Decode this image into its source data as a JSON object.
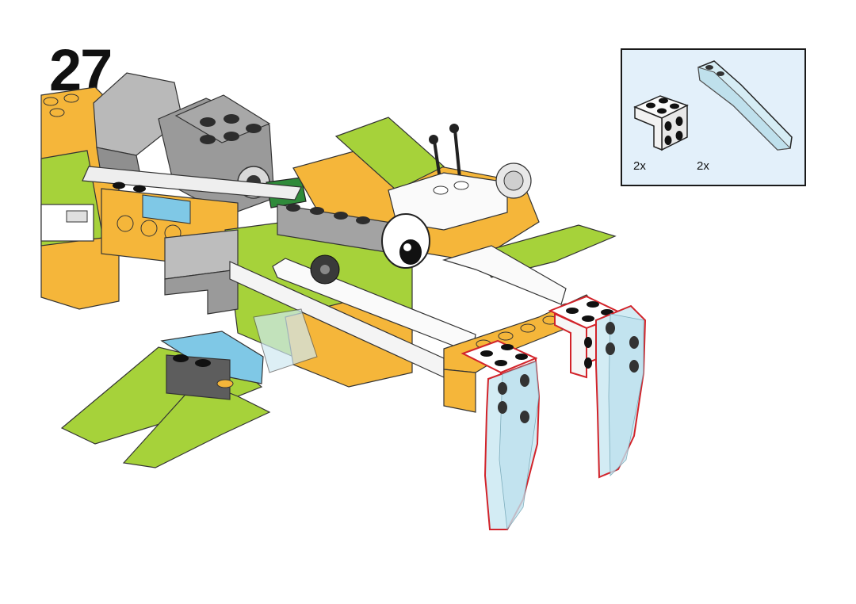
{
  "step": {
    "number": "27"
  },
  "parts_list": {
    "items": [
      {
        "name": "white-bracket-2x2-icon",
        "quantity": "2x",
        "color": "#ffffff"
      },
      {
        "name": "trans-clear-curved-slope-icon",
        "quantity": "2x",
        "color": "#cfe9f2"
      }
    ]
  },
  "colors": {
    "lime": "#a6d23a",
    "orange": "#f5b63a",
    "gray": "#9a9a9a",
    "azure": "#7fc8e6",
    "trans_clear": "#d3ecf4",
    "new_part_outline": "#d2232a"
  }
}
